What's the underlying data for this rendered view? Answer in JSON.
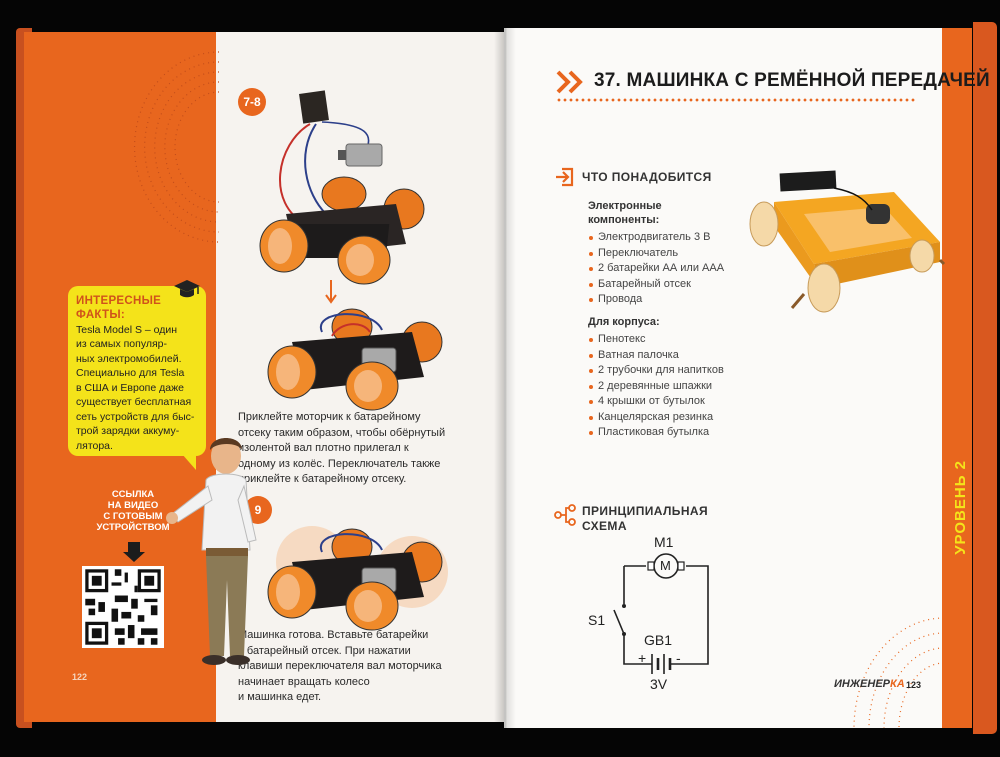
{
  "left_page": {
    "steps": [
      "7-8",
      "9"
    ],
    "facts": {
      "title_line1": "ИНТЕРЕСНЫЕ",
      "title_line2": "ФАКТЫ:",
      "lines": [
        "Tesla Model S – один",
        "из самых популяр-",
        "ных электромобилей.",
        "Специально для Tesla",
        "в США и Европе даже",
        "существует бесплатная",
        "сеть устройств для быс-",
        "трой зарядки аккуму-",
        "ляторa."
      ]
    },
    "video_label": [
      "ССЫЛКА",
      "НА ВИДЕО",
      "С ГОТОВЫМ",
      "УСТРОЙСТВОМ"
    ],
    "para1": [
      "Приклейте моторчик к батарейному",
      "отсеку таким образом, чтобы обёрнутый",
      "изолентой вал плотно прилегал к",
      "одному из колёс. Переключатель также",
      "приклейте к батарейному отсеку."
    ],
    "para2": [
      "Машинка готова. Вставьте батарейки",
      "в батарейный отсек. При нажатии",
      "клавиши переключателя вал моторчика",
      "начинает вращать колесо",
      "и машинка едет."
    ],
    "page_number": "122"
  },
  "right_page": {
    "title": "37. МАШИНКА С РЕМЁННОЙ ПЕРЕДАЧЕЙ",
    "needed_title": "ЧТО ПОНАДОБИТСЯ",
    "electronic_title": [
      "Электронные",
      "компоненты:"
    ],
    "electronic_items": [
      "Электродвигатель 3 В",
      "Переключатель",
      "2 батарейки АА или ААА",
      "Батарейный отсек",
      "Провода"
    ],
    "body_title": "Для корпуса:",
    "body_items": [
      "Пенотекс",
      "Ватная палочка",
      "2 трубочки для напитков",
      "2 деревянные шпажки",
      "4 крышки от бутылок",
      "Канцелярская резинка",
      "Пластиковая бутылка"
    ],
    "schema_title": [
      "ПРИНЦИПИАЛЬНАЯ",
      "СХЕМА"
    ],
    "schema": {
      "motor_ref": "M1",
      "motor_sym": "M",
      "switch_ref": "S1",
      "battery_ref": "GB1",
      "plus": "+",
      "minus": "-",
      "voltage": "3V"
    },
    "level": "УРОВЕНЬ 2",
    "brand_a": "ИНЖЕНЕР",
    "brand_b": "КА",
    "page_number": "123"
  },
  "colors": {
    "orange": "#e8661e",
    "yellow": "#f4e31a"
  }
}
